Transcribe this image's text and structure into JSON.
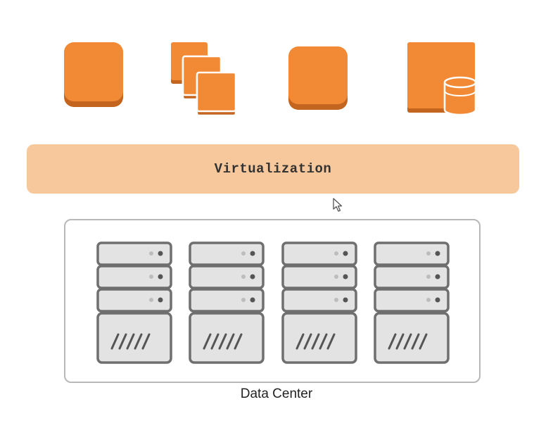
{
  "colors": {
    "accent": "#f28a35",
    "accent_dark": "#c4651f",
    "virtualization_bar": "#f7c89c",
    "server_fill": "#e3e3e3",
    "server_stroke": "#6f6f6f"
  },
  "top_icons": [
    {
      "icon": "instance-icon"
    },
    {
      "icon": "multiple-instances-icon"
    },
    {
      "icon": "instance-icon"
    },
    {
      "icon": "instance-with-database-icon"
    }
  ],
  "virtualization": {
    "label": "Virtualization"
  },
  "data_center": {
    "label": "Data Center",
    "server_racks": 4,
    "units_per_rack": 3
  }
}
